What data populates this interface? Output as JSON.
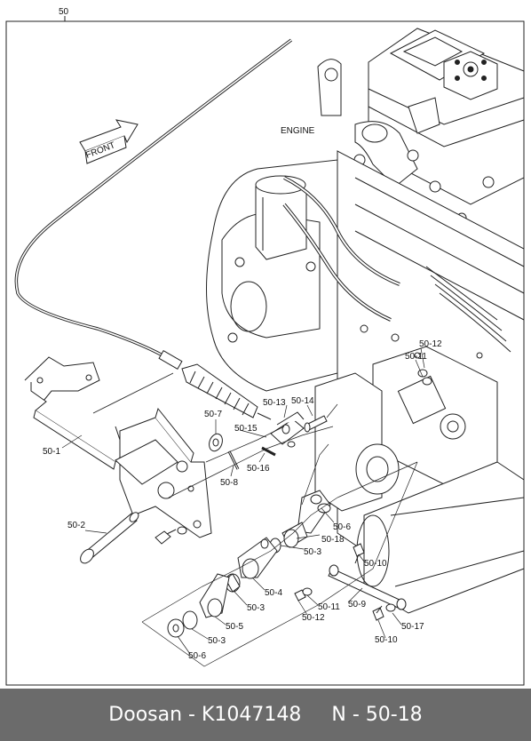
{
  "diagram": {
    "group_label": "50",
    "engine_label": "ENGINE",
    "front_label": "FRONT",
    "callouts": {
      "c50_1": "50-1",
      "c50_2": "50-2",
      "c50_3a": "50-3",
      "c50_3b": "50-3",
      "c50_3c": "50-3",
      "c50_4": "50-4",
      "c50_5": "50-5",
      "c50_6a": "50-6",
      "c50_6b": "50-6",
      "c50_7": "50-7",
      "c50_8": "50-8",
      "c50_9": "50-9",
      "c50_10a": "50-10",
      "c50_10b": "50-10",
      "c50_11a": "50-11",
      "c50_11b": "50-11",
      "c50_12a": "50-12",
      "c50_12b": "50-12",
      "c50_13": "50-13",
      "c50_14": "50-14",
      "c50_15": "50-15",
      "c50_16": "50-16",
      "c50_17": "50-17",
      "c50_18": "50-18"
    }
  },
  "footer": {
    "brand_part": "Doosan - K1047148",
    "page_ref": "N - 50-18"
  }
}
